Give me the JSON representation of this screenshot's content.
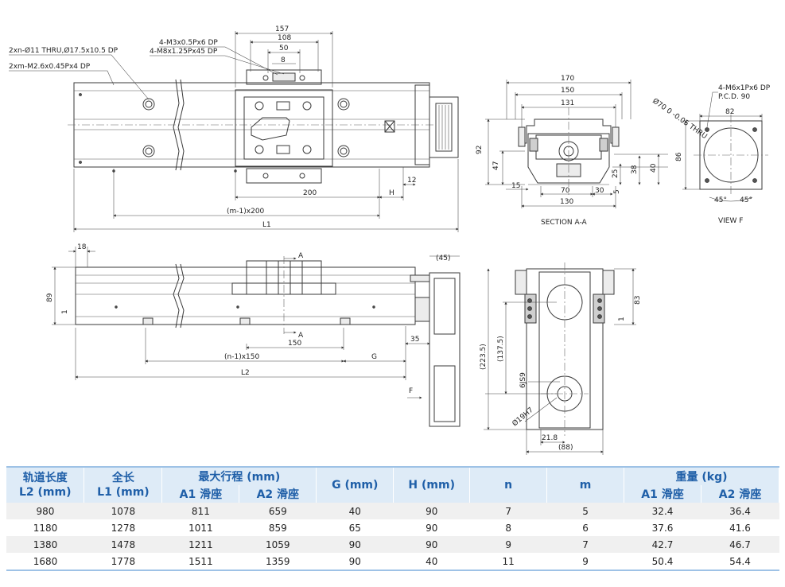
{
  "top_view": {
    "notes": [
      "2xn-Ø11 THRU,Ø17.5x10.5 DP",
      "2xm-M2.6x0.45Px4 DP",
      "4-M3x0.5Px6 DP",
      "4-M8x1.25Px45 DP"
    ],
    "dims": [
      "157",
      "108",
      "50",
      "8",
      "200",
      "H",
      "12",
      "(m-1)x200",
      "L1"
    ]
  },
  "section_aa": {
    "title": "SECTION A-A",
    "dims": [
      "170",
      "150",
      "131",
      "92",
      "47",
      "25",
      "38",
      "40",
      "15",
      "70",
      "30",
      "5",
      "130"
    ]
  },
  "view_f": {
    "title": "VIEW F",
    "notes": [
      "4-M6x1Px6 DP",
      "P.C.D. 90",
      "Ø70 0 -0.05 THRU"
    ],
    "dims": [
      "82",
      "86",
      "45°",
      "45°"
    ]
  },
  "side_view": {
    "dims": [
      "18",
      "89",
      "(45)",
      "A",
      "A",
      "150",
      "35",
      "(n-1)x150",
      "G",
      "L2",
      "1",
      "F"
    ]
  },
  "end_view": {
    "dims": [
      "83",
      "(223.5)",
      "(137.5)",
      "6JS9",
      "Ø19H7",
      "21.8",
      "(88)",
      "1"
    ]
  },
  "spec_table": {
    "headers": {
      "rail_length": "轨道长度\nL2 (mm)",
      "total_length": "全长\nL1 (mm)",
      "max_stroke": "最大行程 (mm)",
      "stroke_a1": "A1 滑座",
      "stroke_a2": "A2 滑座",
      "g": "G (mm)",
      "h": "H (mm)",
      "n": "n",
      "m": "m",
      "weight": "重量 (kg)",
      "weight_a1": "A1 滑座",
      "weight_a2": "A2 滑座"
    },
    "rows": [
      [
        "980",
        "1078",
        "811",
        "659",
        "40",
        "90",
        "7",
        "5",
        "32.4",
        "36.4"
      ],
      [
        "1180",
        "1278",
        "1011",
        "859",
        "65",
        "90",
        "8",
        "6",
        "37.6",
        "41.6"
      ],
      [
        "1380",
        "1478",
        "1211",
        "1059",
        "90",
        "90",
        "9",
        "7",
        "42.7",
        "46.7"
      ],
      [
        "1680",
        "1778",
        "1511",
        "1359",
        "90",
        "40",
        "11",
        "9",
        "50.4",
        "54.4"
      ]
    ]
  }
}
